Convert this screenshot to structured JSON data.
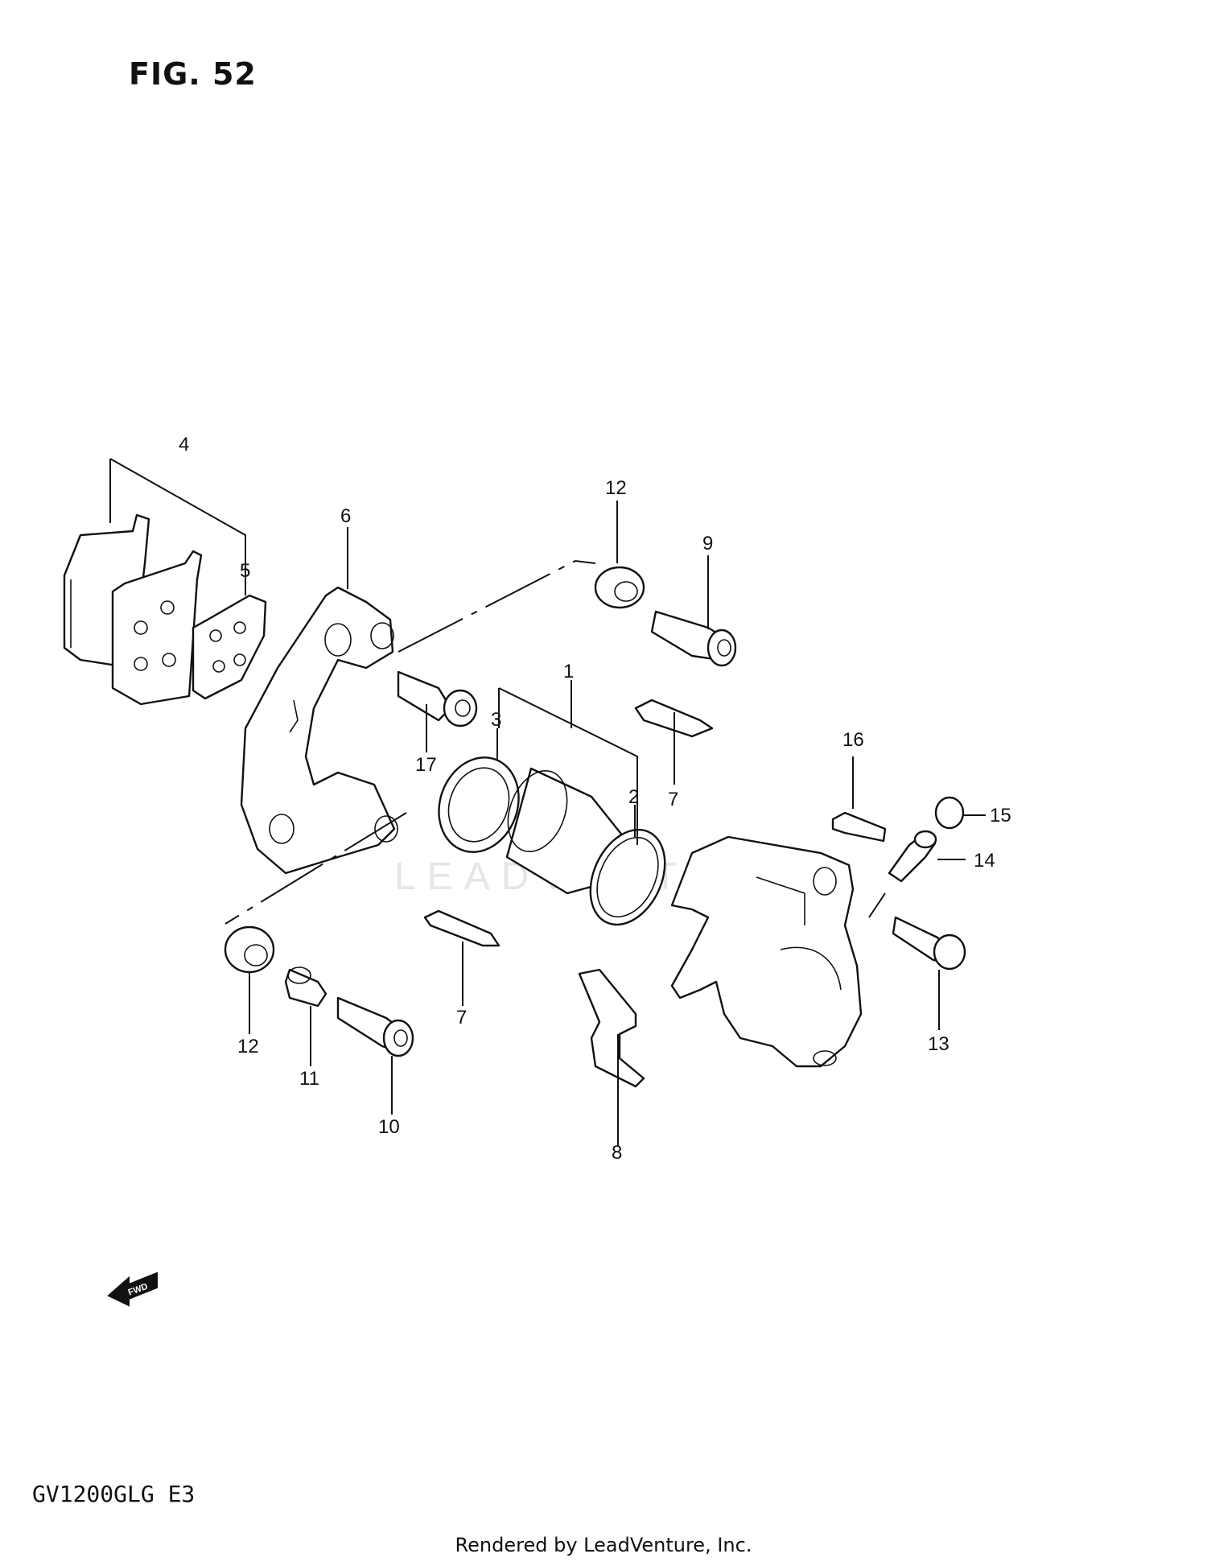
{
  "figure": {
    "title": "FIG. 52"
  },
  "model": {
    "code": "GV1200GLG  E3"
  },
  "footer": {
    "text": "Rendered by LeadVenture, Inc."
  },
  "watermark": {
    "text": "LEADVENTURE"
  },
  "fwd_arrow": {
    "label": "FWD"
  },
  "callouts": {
    "c1": "1",
    "c2": "2",
    "c3": "3",
    "c4": "4",
    "c5": "5",
    "c6": "6",
    "c7a": "7",
    "c7b": "7",
    "c8": "8",
    "c9": "9",
    "c10": "10",
    "c11": "11",
    "c12a": "12",
    "c12b": "12",
    "c13": "13",
    "c14": "14",
    "c15": "15",
    "c16": "16",
    "c17": "17"
  }
}
